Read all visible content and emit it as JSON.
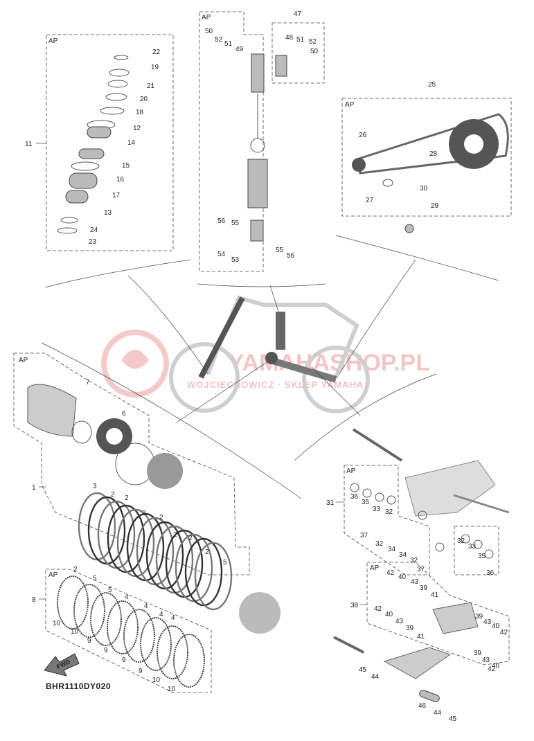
{
  "diagram": {
    "code": "BHR1110DY020",
    "group_tag": "AP",
    "fwd_label": "FWD",
    "watermark": {
      "main": "YAMAHASHOP.PL",
      "sub": "WOJCIECHOWICZ · SKLEP YAMAHA"
    }
  },
  "groups": {
    "steering": {
      "tag": "AP",
      "ref": "11",
      "labels": [
        "22",
        "19",
        "21",
        "20",
        "18",
        "12",
        "14",
        "15",
        "16",
        "17",
        "13",
        "24",
        "23"
      ]
    },
    "shock": {
      "tag": "AP",
      "labels": [
        "50",
        "52",
        "51",
        "49",
        "56",
        "55",
        "54",
        "53",
        "55",
        "56"
      ]
    },
    "shock_sub": {
      "ref": "47",
      "labels": [
        "48",
        "51",
        "52",
        "50"
      ]
    },
    "chain": {
      "tag": "AP",
      "ref": "25",
      "labels": [
        "26",
        "28",
        "30",
        "27",
        "29"
      ]
    },
    "clutch": {
      "tag": "AP",
      "ref": "1",
      "labels": [
        "7",
        "6",
        "3",
        "2",
        "2",
        "2",
        "2",
        "2",
        "2",
        "2",
        "2",
        "5",
        "5",
        "4",
        "4",
        "4",
        "4",
        "5",
        "5",
        "3"
      ]
    },
    "friction": {
      "tag": "AP",
      "ref": "8",
      "labels": [
        "10",
        "10",
        "9",
        "9",
        "9",
        "9",
        "10",
        "10"
      ]
    },
    "swingarm": {
      "tag": "AP",
      "ref": "31",
      "labels": [
        "36",
        "35",
        "33",
        "32",
        "37",
        "32",
        "34",
        "34",
        "32",
        "37",
        "32",
        "33",
        "35",
        "36"
      ]
    },
    "link": {
      "tag": "AP",
      "ref": "38",
      "labels": [
        "42",
        "40",
        "43",
        "39",
        "41",
        "42",
        "40",
        "43",
        "39",
        "41",
        "39",
        "43",
        "40",
        "42",
        "39",
        "43",
        "40",
        "42",
        "45",
        "44",
        "46",
        "44",
        "45"
      ]
    }
  }
}
